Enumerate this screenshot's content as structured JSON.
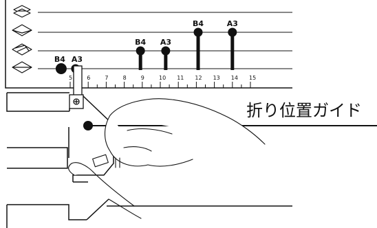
{
  "guide_label": "折り位置ガイド",
  "scale": {
    "tick_labels": [
      "5",
      "6",
      "7",
      "8",
      "9",
      "10",
      "11",
      "12",
      "13",
      "14",
      "15"
    ]
  },
  "markers": [
    {
      "label": "B4",
      "value": 4.5,
      "row": 4
    },
    {
      "label": "A3",
      "value": 5.3,
      "row": 4
    },
    {
      "label": "B4",
      "value": 8.9,
      "row": 3
    },
    {
      "label": "A3",
      "value": 10.3,
      "row": 3
    },
    {
      "label": "B4",
      "value": 12.1,
      "row": 2
    },
    {
      "label": "A3",
      "value": 14.0,
      "row": 2
    }
  ],
  "fold_icons": [
    "fold-type-1-icon",
    "fold-type-2-icon",
    "fold-type-3-icon",
    "fold-type-4-icon"
  ]
}
